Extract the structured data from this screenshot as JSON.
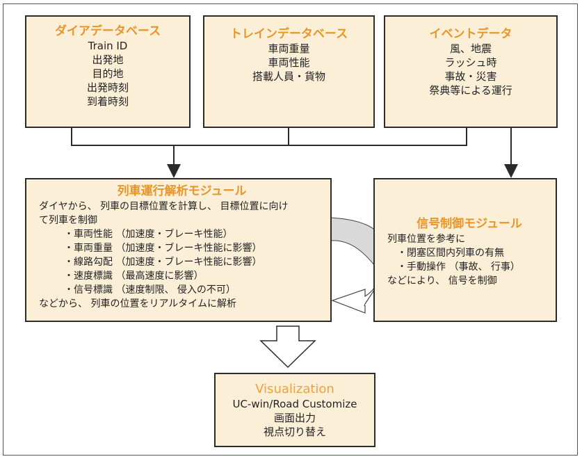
{
  "dia_db": {
    "title": "ダイアデータベース",
    "items": [
      "Train ID",
      "出発地",
      "目的地",
      "出発時刻",
      "到着時刻"
    ]
  },
  "train_db": {
    "title": "トレインデータベース",
    "items": [
      "車両重量",
      "車両性能",
      "搭載人員・貨物"
    ]
  },
  "event_db": {
    "title": "イベントデータ",
    "items": [
      "風、地震",
      "ラッシュ時",
      "事故・災害",
      "祭典等による運行"
    ]
  },
  "train_module": {
    "title": "列車運行解析モジュール",
    "intro": [
      "ダイヤから、 列車の目標位置を計算し、 目標位置に向け",
      "て列車を制御"
    ],
    "bullets": [
      "・車両性能 （加速度・ブレーキ性能）",
      "・車両重量 （加速度・ブレーキ性能に影響）",
      "・線路勾配 （加速度・ブレーキ性能に影響）",
      "・速度標識 （最高速度に影響）",
      "・信号標識 （速度制限、 侵入の不可）"
    ],
    "outro": "などから、 列車の位置をリアルタイムに解析"
  },
  "signal_module": {
    "title": "信号制御モジュール",
    "intro": "列車位置を参考に",
    "bullets": [
      "・閉塞区間内列車の有無",
      "・手動操作 （事故、 行事）"
    ],
    "outro": "などにより、 信号を制御"
  },
  "visualization": {
    "title": "Visualization",
    "items": [
      "UC-win/Road Customize",
      "画面出力",
      "視点切り替え"
    ]
  },
  "colors": {
    "box_fill": "#fcefd8",
    "title_orange": "#e8952a",
    "border": "#2b2b2b",
    "curved_arrow_fill": "#d9d9d9"
  }
}
